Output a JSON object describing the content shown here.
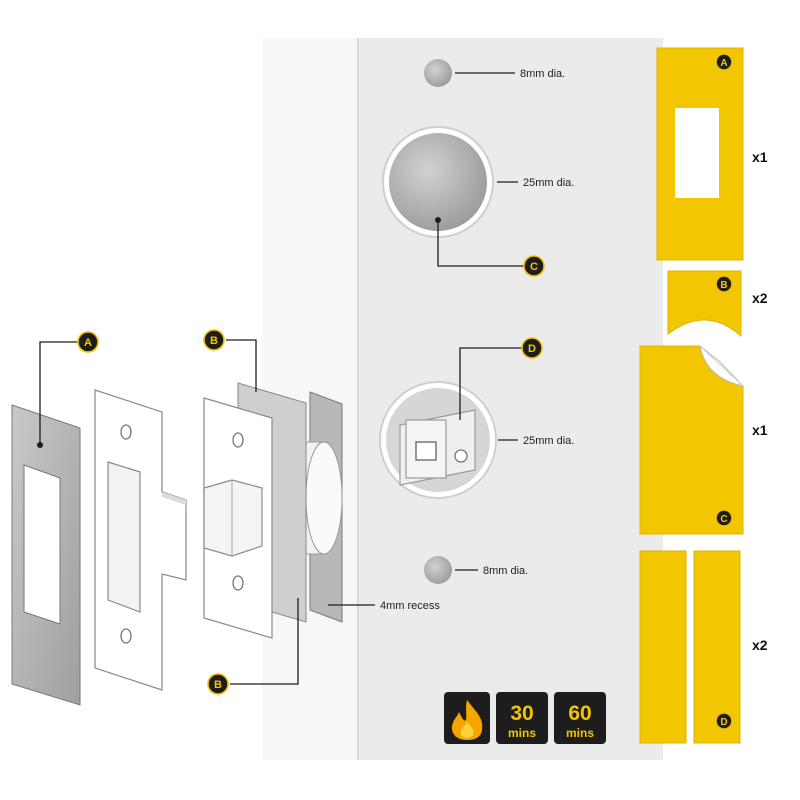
{
  "holes": {
    "top_small": "8mm dia.",
    "upper_large": "25mm dia.",
    "lower_large": "25mm dia.",
    "bottom_small": "8mm dia."
  },
  "recess": "4mm recess",
  "badges": {
    "a": "A",
    "b": "B",
    "c": "C",
    "d": "D"
  },
  "quantities": {
    "a": "x1",
    "b": "x2",
    "c": "x1",
    "d": "x2"
  },
  "rating": {
    "tile1_number": "30",
    "tile1_unit": "mins",
    "tile2_number": "60",
    "tile2_unit": "mins"
  },
  "colors": {
    "intumescent": "#f2c600",
    "badge": "#1d1d1d",
    "frame": "#e9e9e9"
  },
  "icons": [
    "fire-icon"
  ]
}
